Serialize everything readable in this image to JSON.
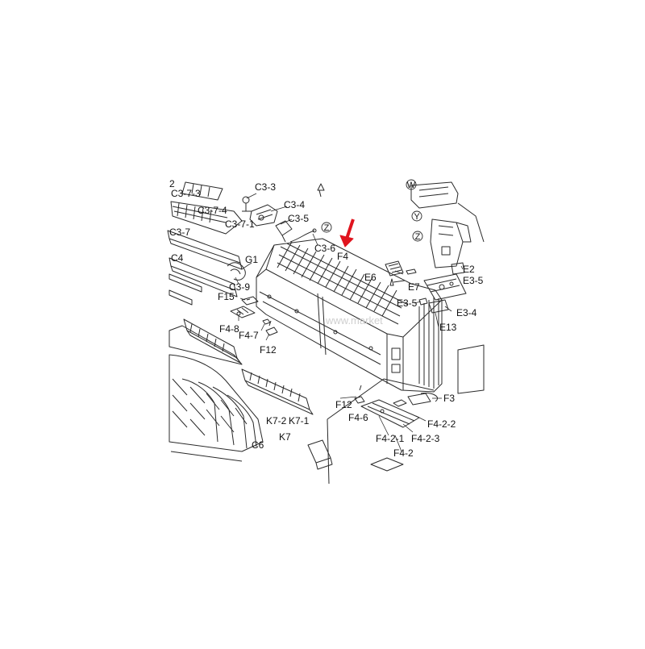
{
  "labels": {
    "c3_3": "C3-3",
    "c3_7_3": "C3-7-3",
    "c3_4": "C3-4",
    "c3_7_4": "C3-7-4",
    "c3_5": "C3-5",
    "c3_7_1": "C3-7-1",
    "c3_7": "C3-7",
    "c3_6": "C3-6",
    "c4": "C4",
    "g1": "G1",
    "c3_9": "C3-9",
    "f15": "F15",
    "f4_8": "F4-8",
    "f4_7": "F4-7",
    "f12_a": "F12",
    "f4": "F4",
    "e6": "E6",
    "e2": "E2",
    "e3_5a": "E3-5",
    "e7": "E7",
    "e3_5b": "E3-5",
    "e3_4": "E3-4",
    "e13": "E13",
    "f3": "F3",
    "f12_b": "F12",
    "f4_6": "F4-6",
    "f4_2_2": "F4-2-2",
    "f4_2_1": "F4-2-1",
    "f4_2_3": "F4-2-3",
    "f4_2": "F4-2",
    "k7_2": "K7-2",
    "k7_1": "K7-1",
    "k7": "K7",
    "c6": "C6",
    "z1": "Z",
    "z2": "Z",
    "y1": "Y",
    "w1": "W",
    "frag_2": "2"
  },
  "watermark": "www.market",
  "colors": {
    "line": "#2a2a2a",
    "highlight_arrow": "#e0141e",
    "background": "#ffffff"
  }
}
